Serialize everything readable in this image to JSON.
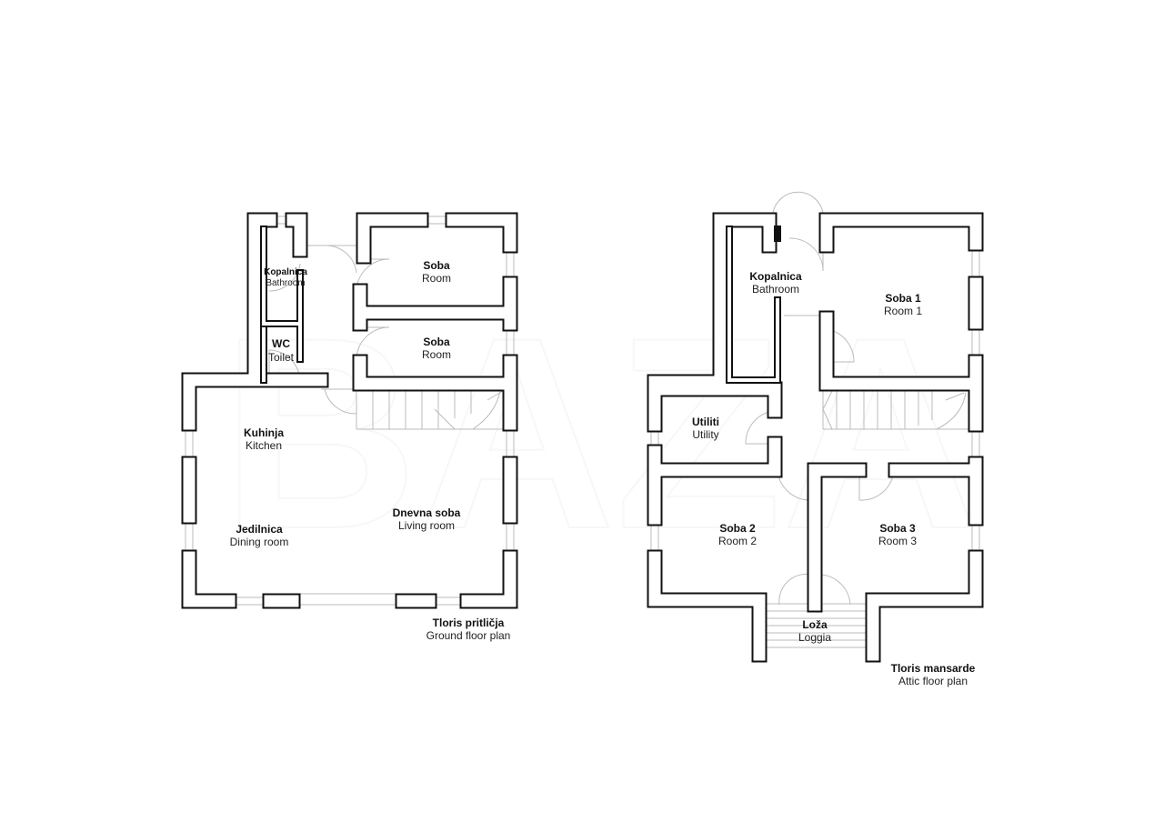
{
  "watermark": "BAZA",
  "ground_floor": {
    "title": "Tloris pritličja",
    "subtitle": "Ground floor plan",
    "rooms": [
      {
        "name": "Kopalnica",
        "en": "Bathroom"
      },
      {
        "name": "WC",
        "en": "Toilet"
      },
      {
        "name": "Soba",
        "en": "Room"
      },
      {
        "name": "Soba",
        "en": "Room"
      },
      {
        "name": "Kuhinja",
        "en": "Kitchen"
      },
      {
        "name": "Jedilnica",
        "en": "Dining room"
      },
      {
        "name": "Dnevna soba",
        "en": "Living room"
      }
    ]
  },
  "attic_floor": {
    "title": "Tloris mansarde",
    "subtitle": "Attic floor plan",
    "rooms": [
      {
        "name": "Kopalnica",
        "en": "Bathroom"
      },
      {
        "name": "Soba 1",
        "en": "Room 1"
      },
      {
        "name": "Utiliti",
        "en": "Utility"
      },
      {
        "name": "Soba 2",
        "en": "Room 2"
      },
      {
        "name": "Soba 3",
        "en": "Room 3"
      },
      {
        "name": "Loža",
        "en": "Loggia"
      }
    ]
  }
}
